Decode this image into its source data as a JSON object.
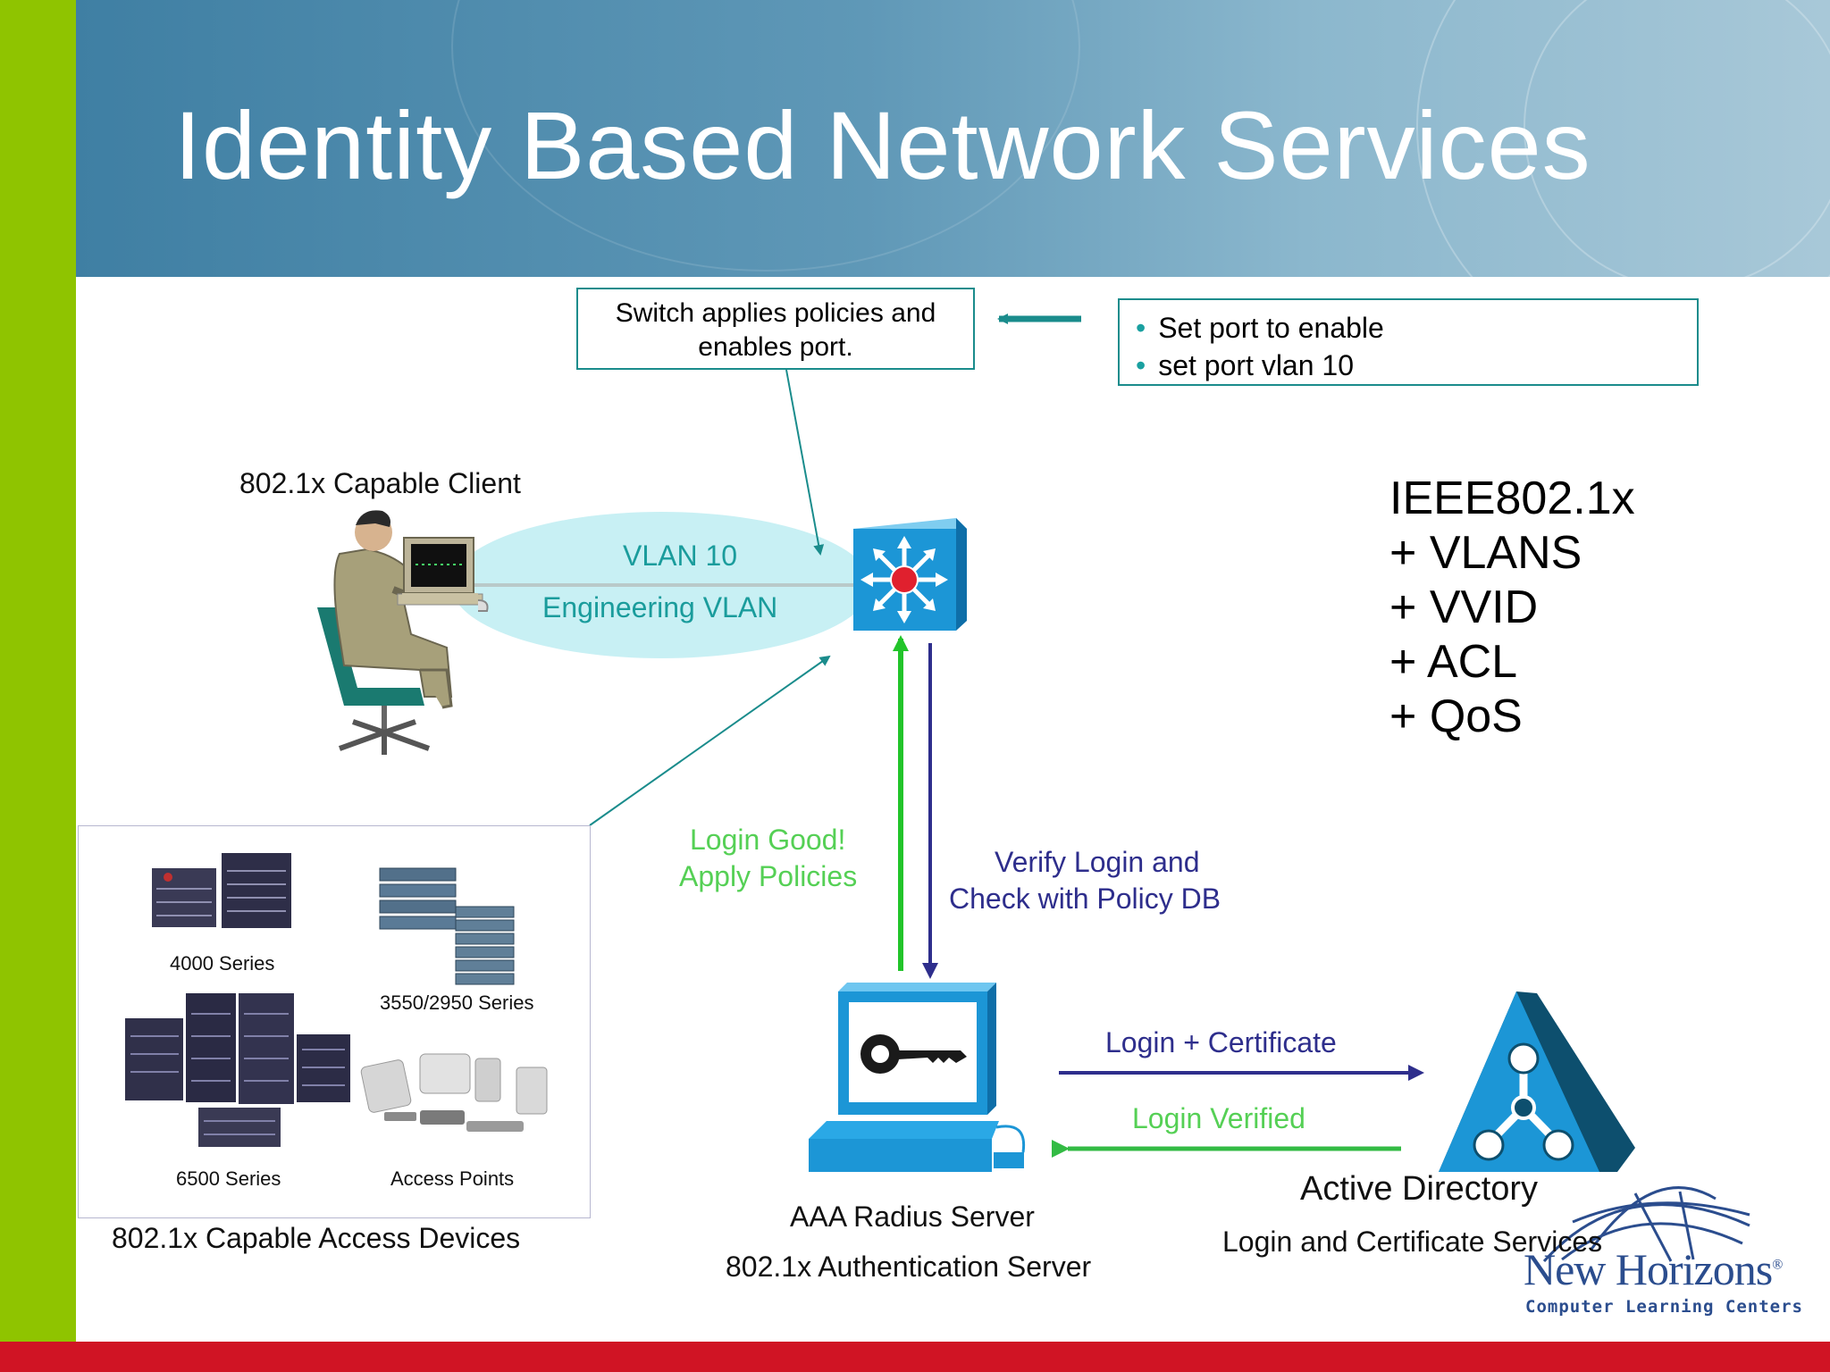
{
  "slide": {
    "title": "Identity Based Network Services"
  },
  "callout": {
    "line1": "Switch applies policies and",
    "line2": "enables  port."
  },
  "commands": {
    "items": [
      "Set port to enable",
      "set port vlan 10"
    ]
  },
  "client": {
    "label": "802.1x Capable Client",
    "vlan_line1": "VLAN 10",
    "vlan_line2": "Engineering VLAN"
  },
  "stack": {
    "items": [
      "IEEE802.1x",
      "+ VLANS",
      "+ VVID",
      "+ ACL",
      "+ QoS"
    ]
  },
  "flows": {
    "login_good_1": "Login Good!",
    "login_good_2": "Apply Policies",
    "verify_1": "Verify Login and",
    "verify_2": "Check with Policy DB",
    "login_cert": "Login + Certificate",
    "login_verified": "Login Verified"
  },
  "devices": {
    "s4000": "4000 Series",
    "s3550": "3550/2950 Series",
    "s6500": "6500 Series",
    "ap": "Access Points",
    "caption": "802.1x Capable Access Devices"
  },
  "radius": {
    "line1": "AAA Radius Server",
    "line2": "802.1x Authentication Server"
  },
  "directory": {
    "line1": "Active Directory",
    "line2": "Login and Certificate Services"
  },
  "logo": {
    "name": "New Horizons",
    "reg": "®",
    "tagline": "Computer Learning Centers"
  },
  "colors": {
    "teal": "#1a8c8c",
    "green_text": "#55d055",
    "green_arrow": "#22c42a",
    "navy": "#2e2e8c",
    "switch_blue": "#1c96d6"
  }
}
